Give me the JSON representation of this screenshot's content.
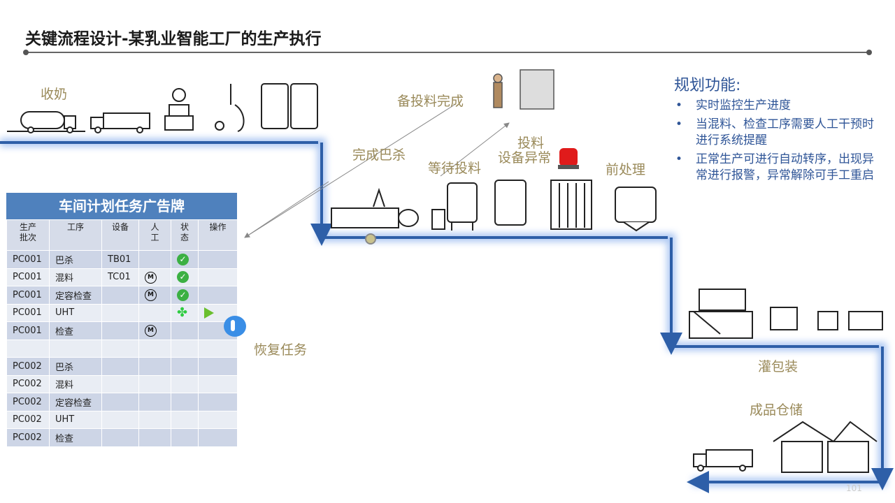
{
  "header": {
    "title": "关键流程设计-某乳业智能工厂的生产执行"
  },
  "process_labels": {
    "receive_milk": "收奶",
    "prepare_done": "备投料完成",
    "feeding": "投料",
    "pasteur_done": "完成巴杀",
    "wait_feeding": "等待投料",
    "equipment_fault": "设备异常",
    "pretreat": "前处理",
    "filling": "灌包装",
    "warehouse": "成品仓储",
    "resume_task": "恢复任务"
  },
  "functions": {
    "title": "规划功能:",
    "items": [
      "实时监控生产进度",
      "当混料、检查工序需要人工干预时进行系统提醒",
      "正常生产可进行自动转序，出现异常进行报警，异常解除可手工重启"
    ]
  },
  "board": {
    "title": "车间计划任务广告牌",
    "headers": [
      "生产\n批次",
      "工序",
      "设备",
      "人\n工",
      "状\n态",
      "操作"
    ],
    "rows": [
      {
        "batch": "PC001",
        "step": "巴杀",
        "device": "TB01",
        "manual": "",
        "status": "ok",
        "action": ""
      },
      {
        "batch": "PC001",
        "step": "混料",
        "device": "TC01",
        "manual": "M",
        "status": "ok",
        "action": ""
      },
      {
        "batch": "PC001",
        "step": "定容检查",
        "device": "",
        "manual": "M",
        "status": "ok",
        "action": ""
      },
      {
        "batch": "PC001",
        "step": "UHT",
        "device": "",
        "manual": "",
        "status": "running",
        "action": "play"
      },
      {
        "batch": "PC001",
        "step": "检查",
        "device": "",
        "manual": "M",
        "status": "",
        "action": ""
      },
      {
        "batch": "",
        "step": "",
        "device": "",
        "manual": "",
        "status": "",
        "action": ""
      },
      {
        "batch": "PC002",
        "step": "巴杀",
        "device": "",
        "manual": "",
        "status": "",
        "action": ""
      },
      {
        "batch": "PC002",
        "step": "混料",
        "device": "",
        "manual": "",
        "status": "",
        "action": ""
      },
      {
        "batch": "PC002",
        "step": "定容检查",
        "device": "",
        "manual": "",
        "status": "",
        "action": ""
      },
      {
        "batch": "PC002",
        "step": "UHT",
        "device": "",
        "manual": "",
        "status": "",
        "action": ""
      },
      {
        "batch": "PC002",
        "step": "检查",
        "device": "",
        "manual": "",
        "status": "",
        "action": ""
      }
    ]
  },
  "icons": {
    "manual": "M",
    "ok": "✓",
    "running": "✤"
  },
  "colors": {
    "flow_line": "#2e5fa8",
    "flow_glow": "#8fb4ee",
    "label": "#9a8a5a",
    "accent": "#2f5597",
    "board_header": "#4f81bd"
  },
  "page_number": "101"
}
